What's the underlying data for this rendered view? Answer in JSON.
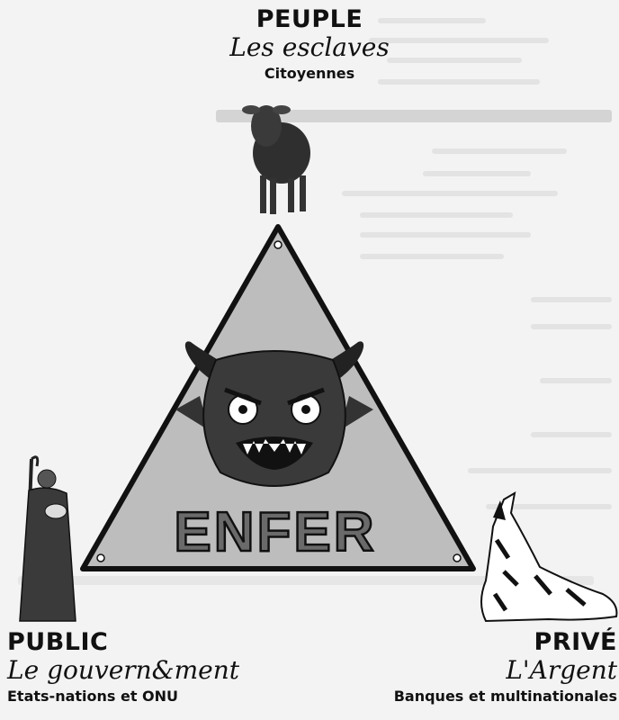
{
  "top": {
    "title": "PEUPLE",
    "subtitle": "Les esclaves",
    "caption": "Citoyennes",
    "icon": "sheep-icon"
  },
  "left": {
    "title": "PUBLIC",
    "subtitle": "Le gouvern&ment",
    "caption": "Etats-nations et ONU",
    "icon": "shepherd-icon"
  },
  "right": {
    "title": "PRIVÉ",
    "subtitle": "L'Argent",
    "caption": "Banques et multinationales",
    "icon": "howling-wolf-icon"
  },
  "center": {
    "word": "ENFER",
    "icon": "devil-face-icon"
  },
  "colors": {
    "triangle_fill": "#bdbdbd",
    "outline": "#111111",
    "devil": "#3a3a3a"
  }
}
